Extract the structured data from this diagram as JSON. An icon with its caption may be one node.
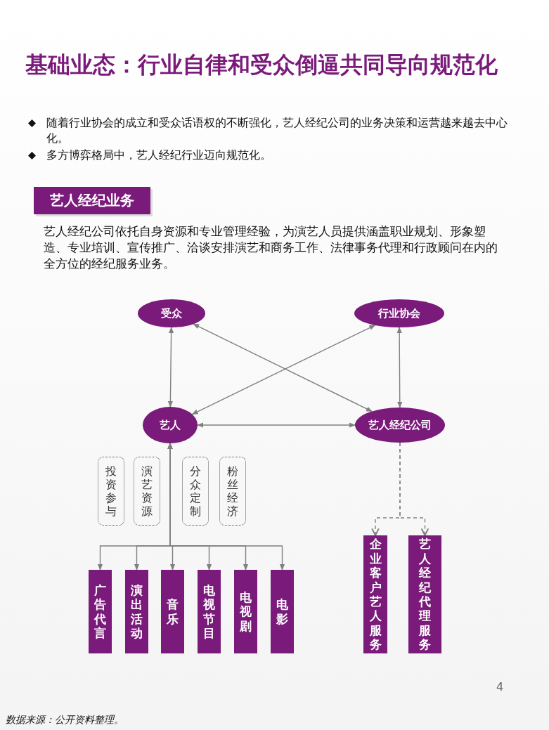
{
  "diagram": {
    "title": "基础业态：行业自律和受众倒逼共同导向规范化",
    "nodes": [
      {
        "text": [
          "受众"
        ]
      },
      {
        "text": [
          "行业协会"
        ]
      },
      {
        "text": [
          "艺人"
        ]
      },
      {
        "text": [
          "艺人经纪公司"
        ]
      },
      {
        "text": [
          "投资参与"
        ]
      },
      {
        "text": [
          "演艺资源"
        ]
      },
      {
        "text": [
          "分众定制"
        ]
      },
      {
        "text": [
          "粉丝经济"
        ]
      },
      {
        "text": [
          "广告代言"
        ]
      },
      {
        "text": [
          "演出活动"
        ]
      },
      {
        "text": [
          "音乐"
        ]
      },
      {
        "text": [
          "电视节目"
        ]
      },
      {
        "text": [
          "电视剧"
        ]
      },
      {
        "text": [
          "电影"
        ]
      },
      {
        "text": [
          "企业客户艺人服务"
        ]
      },
      {
        "text": [
          "艺人经纪代理服务"
        ]
      }
    ],
    "edges": [
      {
        "from": 0,
        "to": 2,
        "arrow": "both"
      },
      {
        "from": 1,
        "to": 3,
        "arrow": "both"
      },
      {
        "from": 0,
        "to": 3,
        "arrow": "both"
      },
      {
        "from": 1,
        "to": 2,
        "arrow": "both"
      },
      {
        "from": 2,
        "to": 3,
        "arrow": "both"
      },
      {
        "from": 2,
        "to": 8,
        "arrow": "both"
      },
      {
        "from": 2,
        "to": 9,
        "arrow": "both"
      },
      {
        "from": 2,
        "to": 10,
        "arrow": "both"
      },
      {
        "from": 2,
        "to": 11,
        "arrow": "both"
      },
      {
        "from": 2,
        "to": 12,
        "arrow": "both"
      },
      {
        "from": 2,
        "to": 13,
        "arrow": "both"
      },
      {
        "from": 3,
        "to": 14,
        "arrow": "to",
        "style": "dashed"
      },
      {
        "from": 3,
        "to": 15,
        "arrow": "to",
        "style": "dashed"
      }
    ],
    "labels": [
      "随着行业协会的成立和受众话语权的不断强化，艺人经纪公司的业务决策和运营越来越去中心化。",
      "多方博弈格局中，艺人经纪行业迈向规范化。",
      "艺人经纪业务",
      "艺人经纪公司依托自身资源和专业管理经验，为演艺人员提供涵盖职业规划、形象塑造、专业培训、宣传推广、洽谈安排演艺和商务工作、法律事务代理和行政顾问在内的全方位的经纪服务业务。",
      "4",
      "数据来源：公开资料整理。"
    ]
  }
}
